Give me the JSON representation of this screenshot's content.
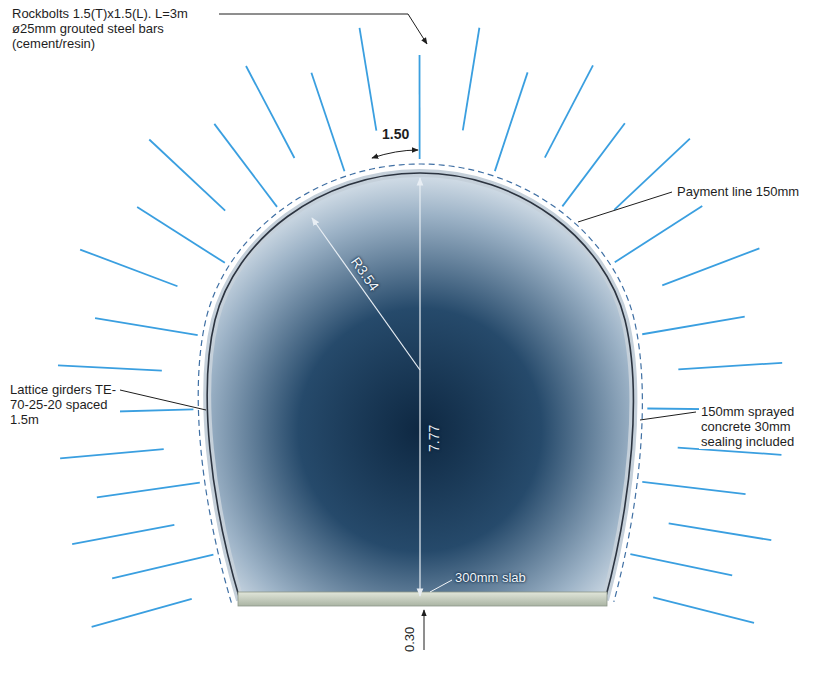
{
  "diagram": {
    "labels": [
      "Rockbolts 1.5(T)x1.5(L). L=3m ø25mm grouted steel bars (cement/resin)",
      "1.50",
      "R3.54",
      "7.77",
      "Payment line 150mm",
      "Lattice girders TE-70-25-20 spaced 1.5m",
      "150mm sprayed concrete 30mm sealing included",
      "300mm slab",
      "0.30"
    ]
  }
}
